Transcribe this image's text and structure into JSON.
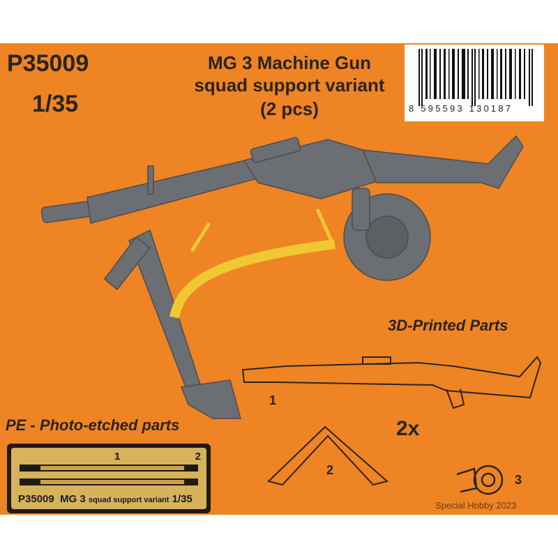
{
  "product": {
    "code": "P35009",
    "scale": "1/35"
  },
  "title": {
    "line1": "MG 3 Machine Gun",
    "line2": "squad support variant",
    "line3": "(2 pcs)"
  },
  "barcode": {
    "digits": "8 595593 130187"
  },
  "sections": {
    "printed": "3D-Printed Parts",
    "pe": "PE - Photo-etched parts"
  },
  "parts": {
    "part1": "1",
    "part2": "2",
    "part3": "3",
    "quantity": "2x"
  },
  "fret": {
    "num1": "1",
    "num2": "2",
    "caption_code": "P35009",
    "caption_model": "MG 3",
    "caption_desc": "squad support variant",
    "caption_scale": "1/35"
  },
  "footer": {
    "brand": "Special Hobby 2023"
  },
  "colors": {
    "background": "#ee8424",
    "gun": "#6b6f73",
    "pe_brass": "#f0c832",
    "text": "#2a2420"
  }
}
